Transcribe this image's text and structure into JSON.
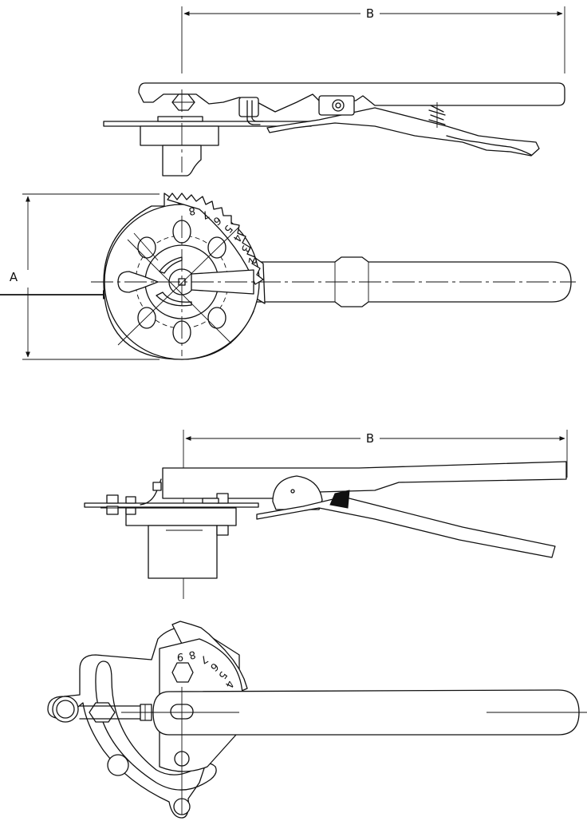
{
  "figure": {
    "top_view": {
      "dimension_b": "B",
      "dimension_a": "A",
      "scale_numbers": [
        "8",
        "7",
        "6",
        "5",
        "4",
        "3",
        "2"
      ]
    },
    "bottom_view": {
      "dimension_b": "B",
      "scale_numbers": [
        "9",
        "8",
        "7",
        "6",
        "5",
        "4"
      ]
    },
    "colors": {
      "line": "#111111",
      "background": "#ffffff"
    }
  }
}
